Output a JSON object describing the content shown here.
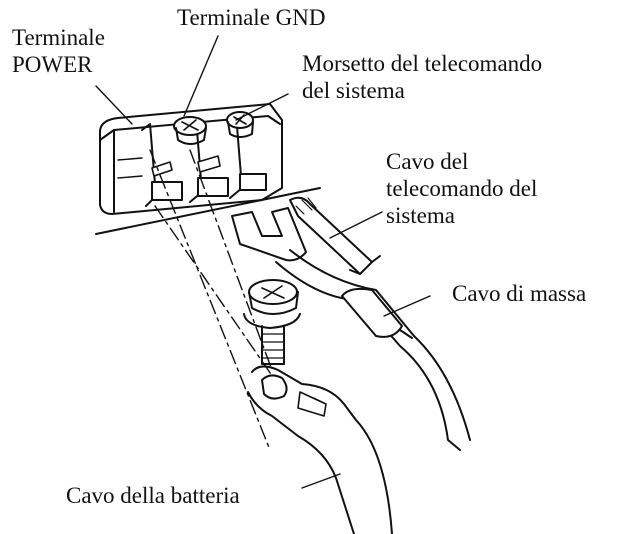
{
  "labels": {
    "power_terminal": [
      "Terminale",
      "POWER"
    ],
    "gnd_terminal": "Terminale GND",
    "system_remote_clamp": [
      "Morsetto del telecomando",
      "del sistema"
    ],
    "system_remote_cable": [
      "Cavo del",
      "telecomando del",
      "sistema"
    ],
    "ground_cable": "Cavo di massa",
    "battery_cable": "Cavo della batteria"
  },
  "colors": {
    "ink": "#111111",
    "paper": "#ffffff",
    "shade": "#d9d9d9"
  }
}
